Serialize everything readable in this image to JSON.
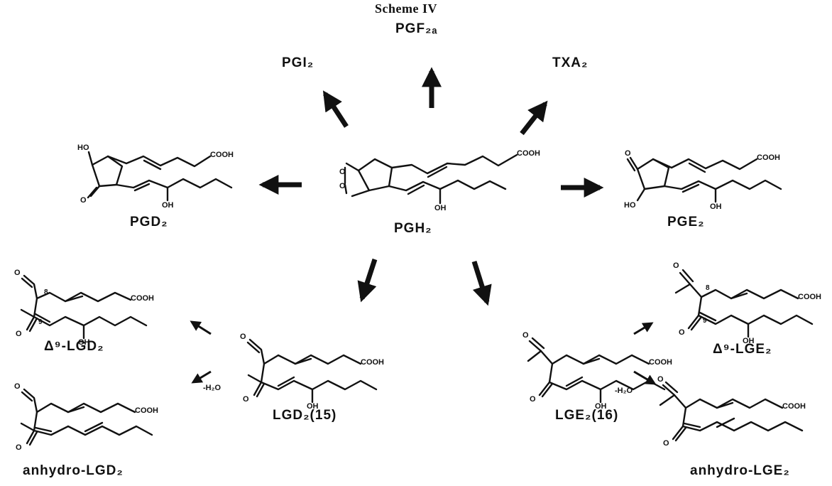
{
  "title": "Scheme IV",
  "labels": {
    "pgf2a": "PGF₂ₐ",
    "pgi2": "PGI₂",
    "txa2": "TXA₂",
    "pgd2": "PGD₂",
    "pgh2": "PGH₂",
    "pge2": "PGE₂",
    "d9lgd2": "Δ⁹-LGD₂",
    "d9lge2": "Δ⁹-LGE₂",
    "lgd2": "LGD₂(15)",
    "lge2": "LGE₂(16)",
    "anhydro_lgd2": "anhydro-LGD₂",
    "anhydro_lge2": "anhydro-LGE₂"
  },
  "groups": {
    "cooh": "COOH",
    "oh": "OH",
    "ho": "HO",
    "o": "O",
    "minus_h2o": "-H₂O",
    "c8": "8",
    "c9": "9"
  },
  "colors": {
    "ink": "#111111",
    "background": "#ffffff"
  }
}
